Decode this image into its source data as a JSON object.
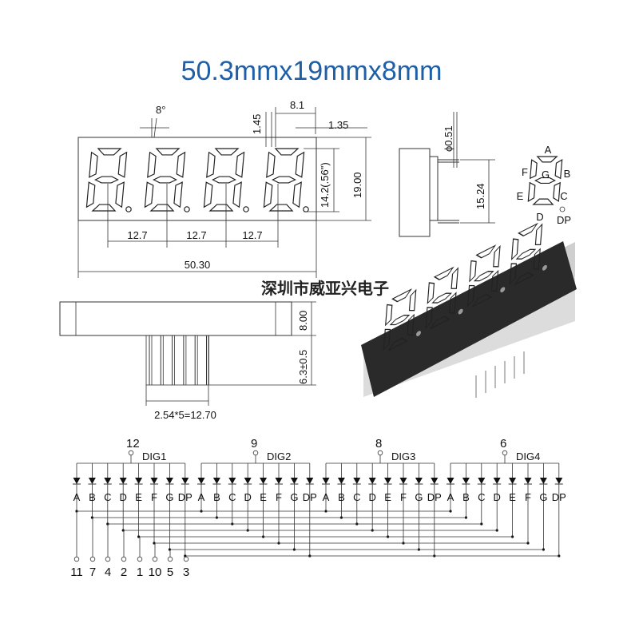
{
  "title": "50.3mmx19mmx8mm",
  "watermark": "深圳市威亚兴电子",
  "front_view": {
    "angle": "8°",
    "seg_w": "1.45",
    "seg_pitch": "8.1",
    "dp_size": "1.35",
    "digit_pitch": [
      "12.7",
      "12.7",
      "12.7"
    ],
    "total_width": "50.30",
    "height": "19.00",
    "digit_height": "14.2(.56\")"
  },
  "side_view": {
    "pin_dia": "ϕ0.51",
    "row_spacing": "15.24"
  },
  "segment_legend": [
    "A",
    "B",
    "C",
    "D",
    "E",
    "F",
    "G",
    "DP"
  ],
  "bottom_view": {
    "body_height": "8.00",
    "pin_length": "6.3±0.5",
    "pin_spacing": "2.54*5=12.70"
  },
  "schematic": {
    "digits": [
      {
        "label": "DIG1",
        "pin": "12"
      },
      {
        "label": "DIG2",
        "pin": "9"
      },
      {
        "label": "DIG3",
        "pin": "8"
      },
      {
        "label": "DIG4",
        "pin": "6"
      }
    ],
    "segment_labels": [
      "A",
      "B",
      "C",
      "D",
      "E",
      "F",
      "G",
      "DP"
    ],
    "segment_pins": [
      "11",
      "7",
      "4",
      "2",
      "1",
      "10",
      "5",
      "3"
    ]
  },
  "colors": {
    "title": "#1f5fa8",
    "display_body": "#2a2a2a",
    "segment_off": "#6e6e6e"
  }
}
